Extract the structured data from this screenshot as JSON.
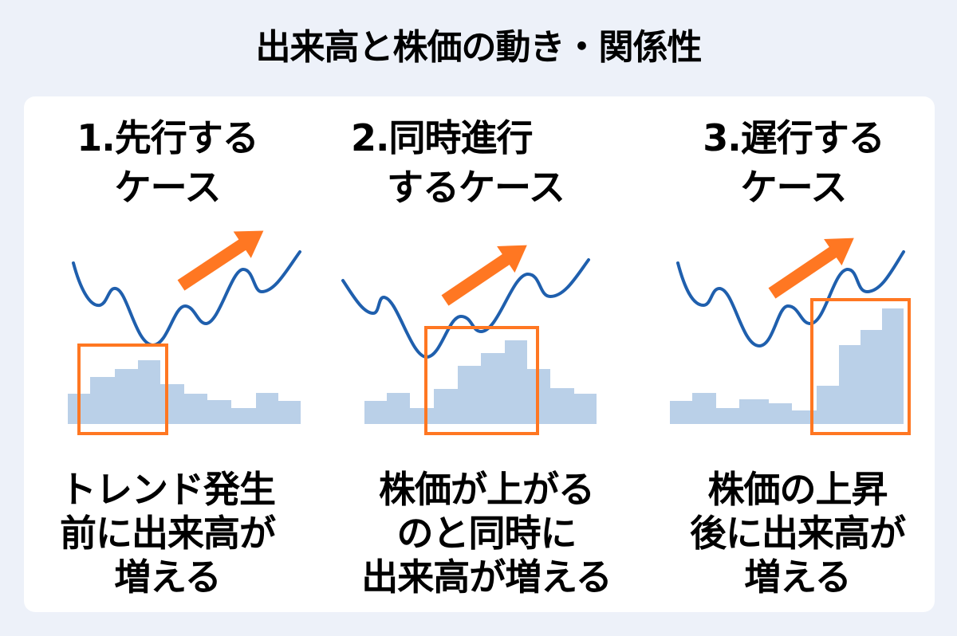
{
  "title": "出来高と株価の動き・関係性",
  "colors": {
    "background": "#edf1f9",
    "card": "#ffffff",
    "price_line": "#1f5fad",
    "volume_bar": "#bad0e8",
    "highlight_box": "#ff7722",
    "arrow": "#ff7722",
    "text": "#000000"
  },
  "columns": [
    {
      "heading": [
        "1.先行する",
        "ケース"
      ],
      "caption": [
        "トレンド発生",
        "前に出来高が",
        "増える"
      ]
    },
    {
      "heading": [
        "2.同時進行",
        "　するケース"
      ],
      "caption": [
        "株価が上がる",
        "のと同時に",
        "出来高が増える"
      ]
    },
    {
      "heading": [
        "3.遅行する",
        "ケース"
      ],
      "caption": [
        "株価の上昇",
        "後に出来高が",
        "増える"
      ]
    }
  ],
  "chart_data": [
    {
      "type": "line+bar",
      "title": "1.先行するケース",
      "series": [
        {
          "name": "price",
          "shape": "wave-down-then-up"
        },
        {
          "name": "volume",
          "values": [
            38,
            59,
            69,
            80,
            50,
            38,
            30,
            20,
            39,
            29
          ]
        }
      ],
      "highlight_bars": [
        1,
        2,
        3
      ],
      "annotation": "up-arrow"
    },
    {
      "type": "line+bar",
      "title": "2.同時進行するケース",
      "series": [
        {
          "name": "price",
          "shape": "wave-down-then-up"
        },
        {
          "name": "volume",
          "values": [
            29,
            39,
            20,
            44,
            73,
            89,
            105,
            69,
            45,
            38
          ]
        }
      ],
      "highlight_bars": [
        3,
        4,
        5,
        6
      ],
      "annotation": "up-arrow"
    },
    {
      "type": "line+bar",
      "title": "3.遅行するケース",
      "series": [
        {
          "name": "price",
          "shape": "wave-down-then-up"
        },
        {
          "name": "volume",
          "values": [
            29,
            39,
            20,
            31,
            26,
            17,
            48,
            99,
            118,
            145
          ]
        }
      ],
      "highlight_bars": [
        6,
        7,
        8,
        9
      ],
      "annotation": "up-arrow"
    }
  ]
}
